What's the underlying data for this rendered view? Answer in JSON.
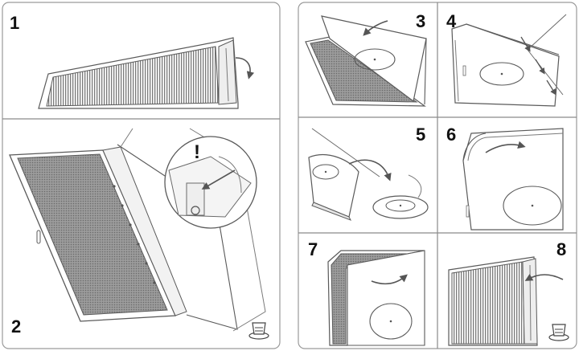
{
  "steps": {
    "s1": "1",
    "s2": "2",
    "s3": "3",
    "s4": "4",
    "s5": "5",
    "s6": "6",
    "s7": "7",
    "s8": "8"
  },
  "callout": {
    "mark": "!"
  },
  "colors": {
    "line": "#5a5a5a",
    "frame": "#9a9a9a",
    "fill_light": "#d9d9d9",
    "fill_dark": "#8f8f8f"
  },
  "icons": {
    "cup": "cup-on-saucer-icon",
    "arrow": "curved-arrow-icon",
    "charger": "wireless-charger-icon"
  }
}
